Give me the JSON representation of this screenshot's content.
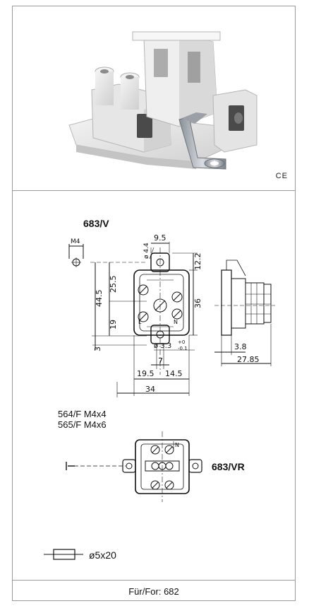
{
  "product": {
    "ce_mark": "CE"
  },
  "drawing": {
    "model_label": "683/V",
    "dimensions": {
      "d_m4": "M4",
      "d_dia44": "ø 4.4",
      "d_95": "9.5",
      "d_122": "12.2",
      "d_255": "25.5",
      "d_445": "44.5",
      "d_36": "36",
      "d_19v": "19",
      "d_3": "3",
      "d_dia33": "ø 3.3",
      "d_tol_plus": "+0",
      "d_tol_minus": "-0.1",
      "d_7": "7",
      "d_195": "19.5",
      "d_145": "14.5",
      "d_34": "34",
      "d_38": "3.8",
      "d_2785": "27.85",
      "terminal_l": "L",
      "terminal_n": "N"
    },
    "variants": [
      "564/F M4x4",
      "565/F M4x6"
    ],
    "variant_label": "683/VR",
    "fuse_label": "ø5x20"
  },
  "footer": {
    "text": "Für/For: 682"
  }
}
